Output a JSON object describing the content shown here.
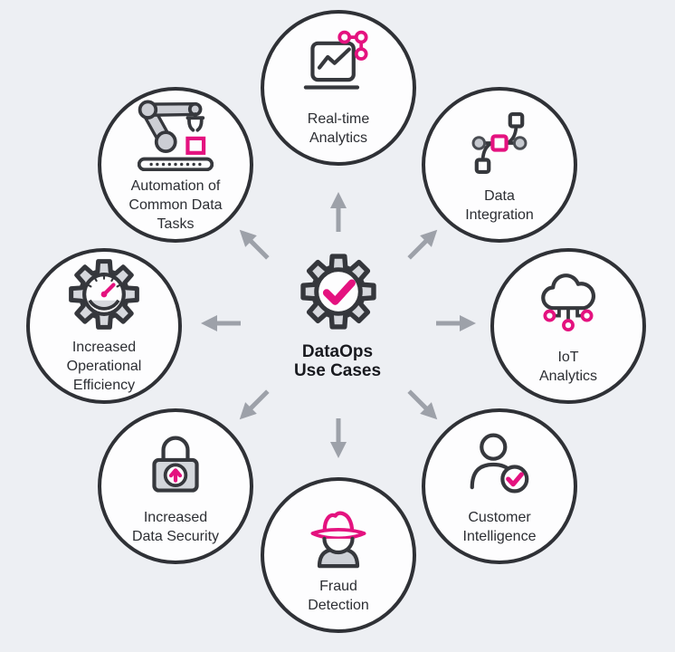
{
  "diagram": {
    "title_lines": [
      "DataOps",
      "Use Cases"
    ],
    "center_icon": "gear-check-icon"
  },
  "colors": {
    "background": "#edeff3",
    "circle_fill": "#fdfdfe",
    "circle_border": "#2f3136",
    "icon_stroke": "#36383d",
    "icon_gray_fill": "#d2d5da",
    "accent_pink": "#e4127f",
    "arrow_gray": "#9da1a9",
    "text": "#2c2e33"
  },
  "nodes": [
    {
      "id": "real-time-analytics",
      "position": "top",
      "icon": "realtime-analytics-icon",
      "label": [
        "Real-time",
        "Analytics"
      ]
    },
    {
      "id": "data-integration",
      "position": "top-right",
      "icon": "data-integration-icon",
      "label": [
        "Data",
        "Integration"
      ]
    },
    {
      "id": "iot-analytics",
      "position": "right",
      "icon": "iot-analytics-icon",
      "label": [
        "IoT",
        "Analytics"
      ]
    },
    {
      "id": "customer-intelligence",
      "position": "bottom-right",
      "icon": "customer-intelligence-icon",
      "label": [
        "Customer",
        "Intelligence"
      ]
    },
    {
      "id": "fraud-detection",
      "position": "bottom",
      "icon": "fraud-detection-icon",
      "label": [
        "Fraud",
        "Detection"
      ]
    },
    {
      "id": "increased-data-security",
      "position": "bottom-left",
      "icon": "data-security-icon",
      "label": [
        "Increased",
        "Data Security"
      ]
    },
    {
      "id": "increased-operational-efficiency",
      "position": "left",
      "icon": "operational-efficiency-icon",
      "label": [
        "Increased",
        "Operational",
        "Efficiency"
      ]
    },
    {
      "id": "automation-of-common-data-tasks",
      "position": "top-left",
      "icon": "automation-icon",
      "label": [
        "Automation of",
        "Common Data",
        "Tasks"
      ]
    }
  ],
  "arrows": [
    "top",
    "top-right",
    "right",
    "bottom-right",
    "bottom",
    "bottom-left",
    "left",
    "top-left"
  ]
}
